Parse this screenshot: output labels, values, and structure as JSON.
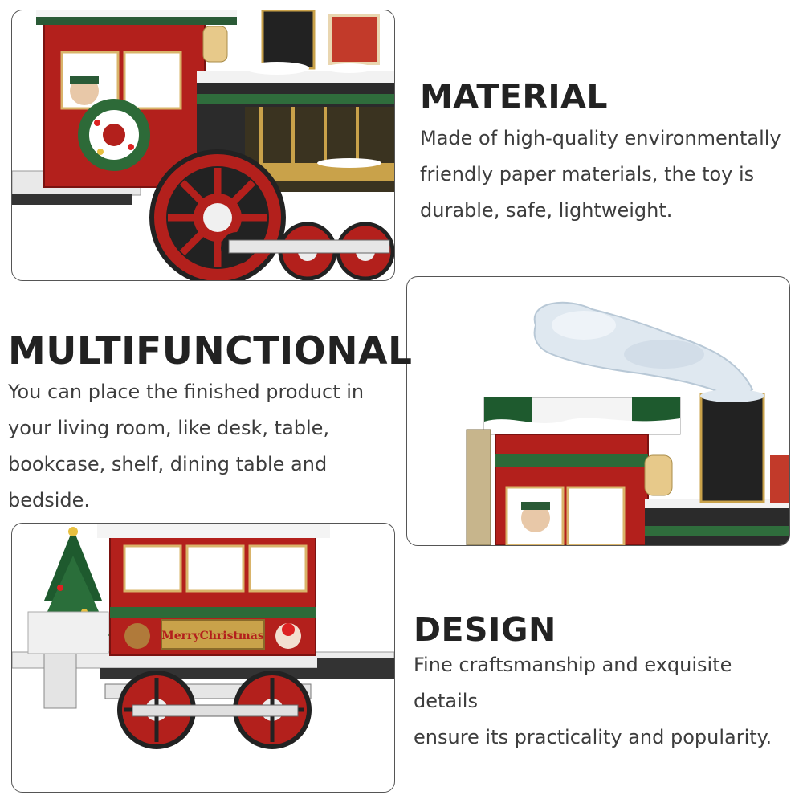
{
  "sections": {
    "material": {
      "title": "MATERIAL",
      "lines": [
        "Made of high-quality environmentally",
        "friendly paper materials, the toy is",
        "durable, safe, lightweight."
      ]
    },
    "multifunctional": {
      "title": "MULTIFUNCTIONAL",
      "lines": [
        "You can place the finished product in",
        "your living room, like desk, table,",
        "bookcase, shelf, dining table and",
        "bedside."
      ]
    },
    "design": {
      "title": "DESIGN",
      "lines": [
        "Fine craftsmanship and exquisite details",
        "ensure its practicality and popularity."
      ]
    }
  },
  "product_text": {
    "carriage_sign": "MerryChristmas"
  },
  "colors": {
    "train_red": "#b3201c",
    "gold_trim": "#c9a24a",
    "pine_green": "#1e5a2e",
    "smoke_blue": "#cfdde8",
    "heading": "#222222",
    "body_text": "#3d3d3d"
  }
}
